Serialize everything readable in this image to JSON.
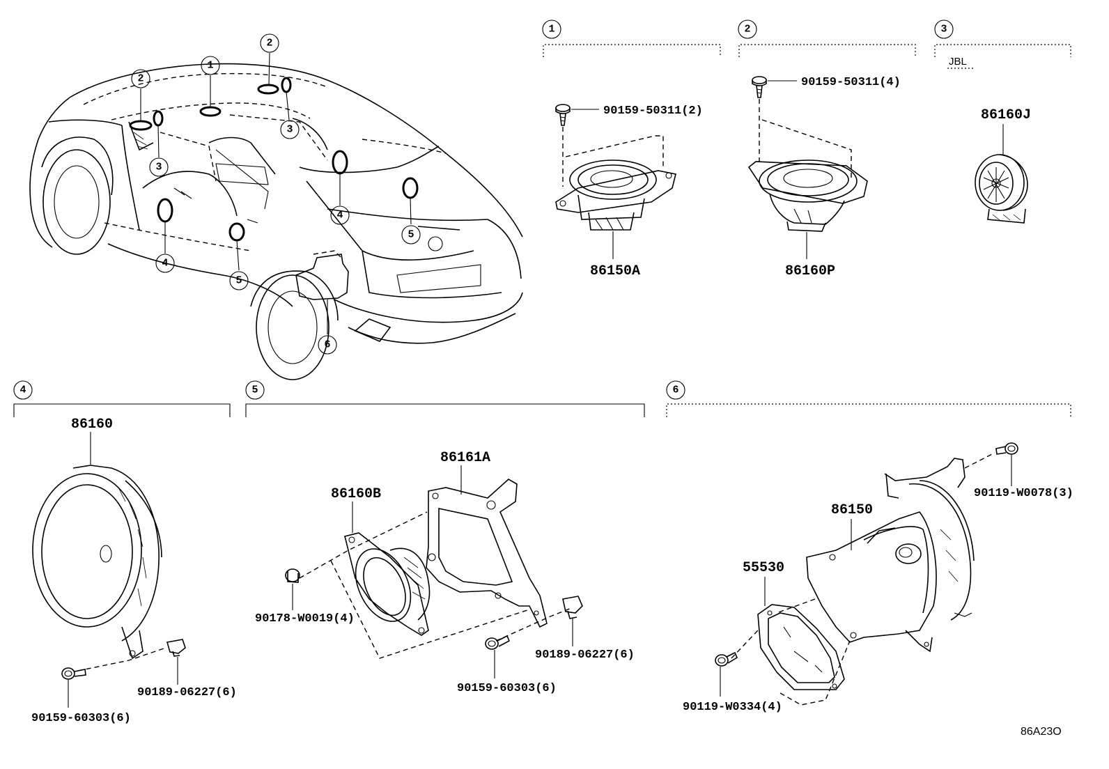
{
  "diagram_code": "86A23O",
  "car_markers": [
    "1",
    "2",
    "2",
    "3",
    "3",
    "4",
    "4",
    "5",
    "5",
    "6"
  ],
  "sections": [
    {
      "num": "1",
      "parts": [
        "90159-50311(2)",
        "86150A"
      ]
    },
    {
      "num": "2",
      "parts": [
        "90159-50311(4)",
        "86160P"
      ]
    },
    {
      "num": "3",
      "note": "JBL",
      "parts": [
        "86160J"
      ]
    },
    {
      "num": "4",
      "parts": [
        "86160",
        "90189-06227(6)",
        "90159-60303(6)"
      ]
    },
    {
      "num": "5",
      "parts": [
        "86161A",
        "86160B",
        "90178-W0019(4)",
        "90189-06227(6)",
        "90159-60303(6)"
      ]
    },
    {
      "num": "6",
      "parts": [
        "90119-W0078(3)",
        "86150",
        "55530",
        "90119-W0334(4)"
      ]
    }
  ]
}
